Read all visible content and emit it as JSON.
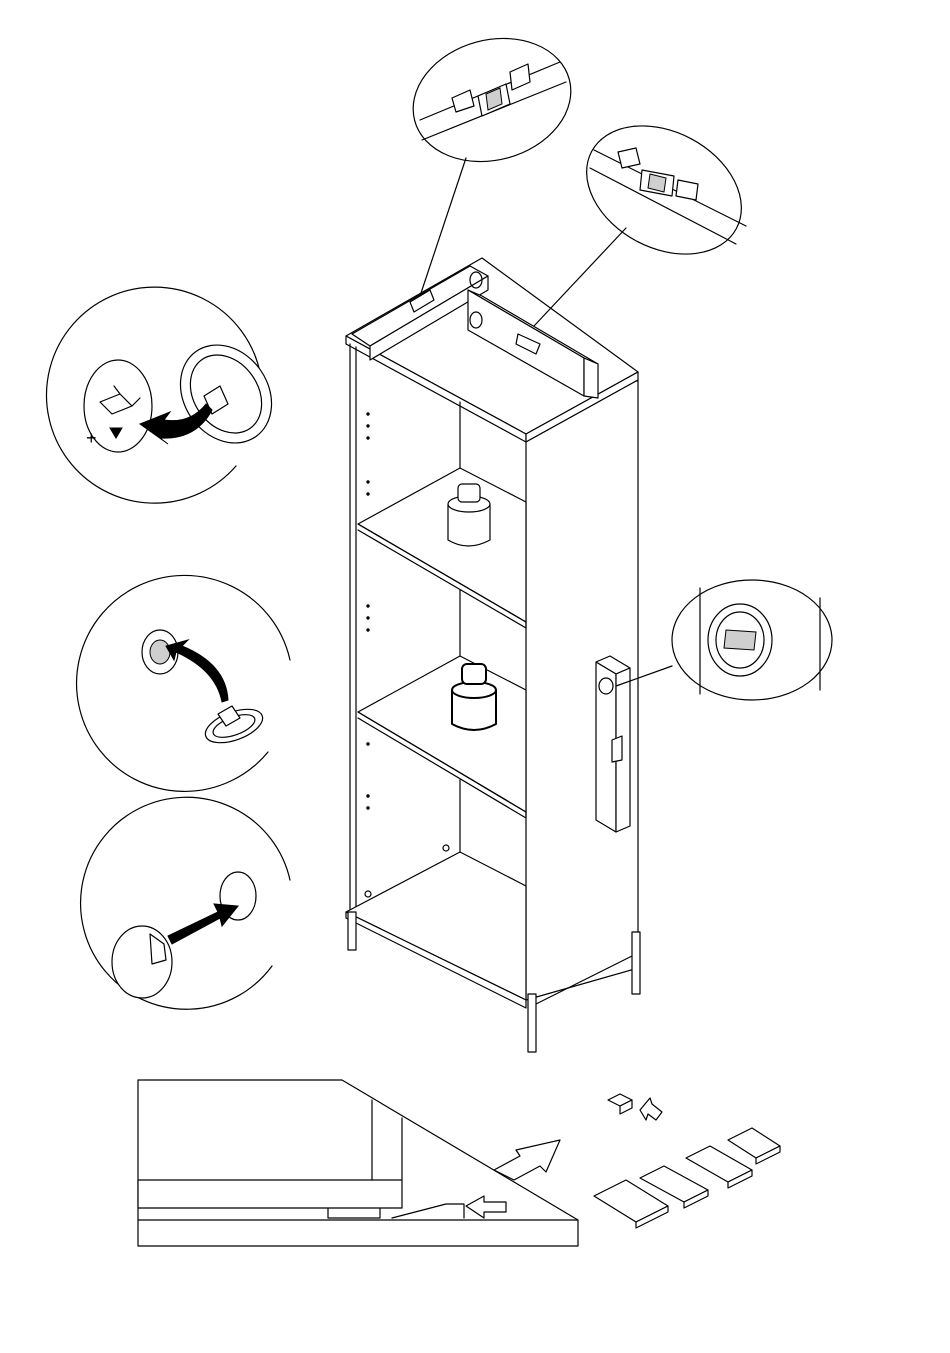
{
  "figure": {
    "callouts": {
      "top_level_front": "level-bubble",
      "top_level_side": "level-bubble",
      "side_level": "level-bubble",
      "foot_adjust": "adjustable-foot",
      "cam_fitting": "cam-fitting",
      "cap_insert": "cover-cap"
    },
    "symbols": {
      "plus": "+",
      "down_arrow": "▼"
    },
    "colors": {
      "line": "#000000",
      "fill": "#ffffff",
      "shade": "#cfcfcf"
    }
  }
}
